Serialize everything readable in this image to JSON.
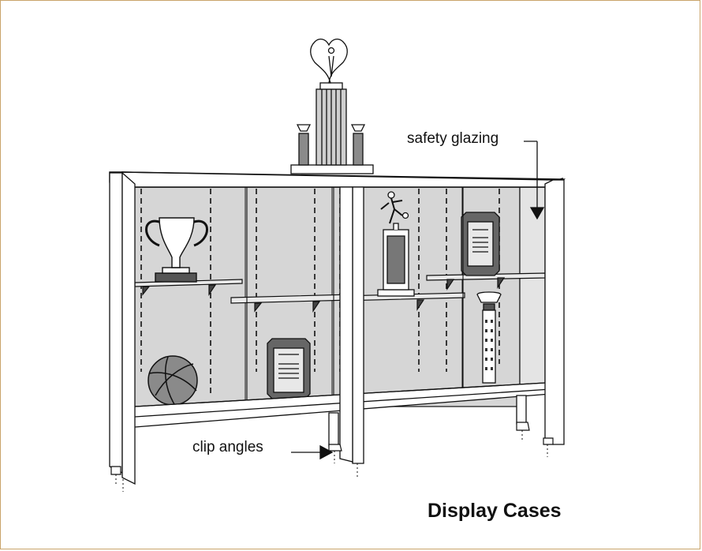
{
  "diagram": {
    "title": "Display Cases",
    "callouts": {
      "safety_glazing": "safety glazing",
      "clip_angles": "clip angles"
    }
  },
  "colors": {
    "frame_border": "#c9a46a",
    "glass_tint": "#d9d9d9",
    "line": "#111111",
    "dark_fill": "#7a7a7a"
  }
}
